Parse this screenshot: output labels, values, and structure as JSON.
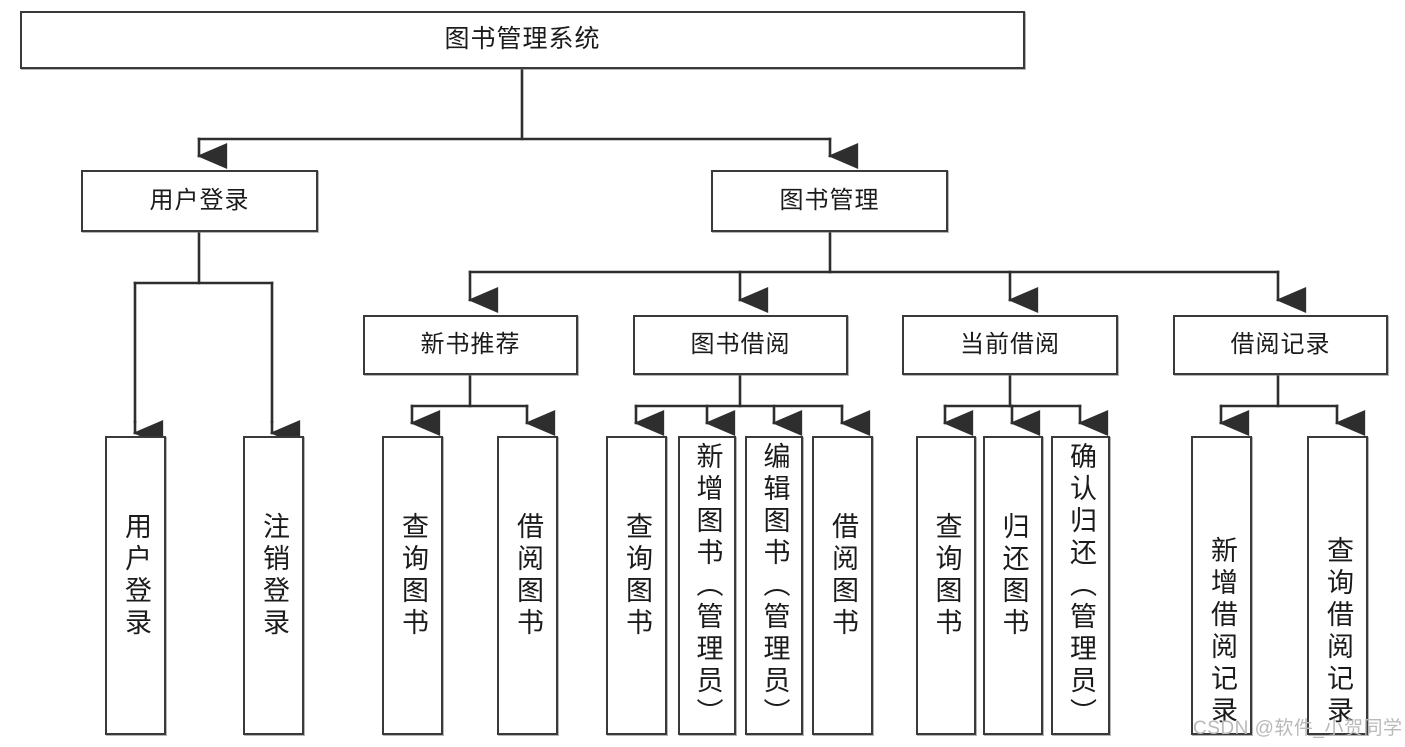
{
  "diagram": {
    "title": "图书管理系统",
    "type": "tree-hierarchy",
    "watermark": "CSDN @软件_小贺同学",
    "colors": {
      "border": "#3a3a3a",
      "fill": "#ffffff",
      "text": "#1b1b1b",
      "edge": "#2e2e2e",
      "watermark": "#b9b9b9"
    },
    "levels": {
      "root": "图书管理系统",
      "level2": [
        "用户登录",
        "图书管理"
      ],
      "level3": [
        "新书推荐",
        "图书借阅",
        "当前借阅",
        "借阅记录"
      ]
    },
    "nodes": {
      "root": {
        "label": "图书管理系统"
      },
      "user_login": {
        "label": "用户登录"
      },
      "book_mgmt": {
        "label": "图书管理"
      },
      "new_book_rec": {
        "label": "新书推荐"
      },
      "book_borrow": {
        "label": "图书借阅"
      },
      "current_borrow": {
        "label": "当前借阅"
      },
      "borrow_record": {
        "label": "借阅记录"
      },
      "leaf_user_login": {
        "label": "用户登录"
      },
      "leaf_logout": {
        "label": "注销登录"
      },
      "leaf_query_book_1": {
        "label": "查询图书"
      },
      "leaf_borrow_book_1": {
        "label": "借阅图书"
      },
      "leaf_query_book_2": {
        "label": "查询图书"
      },
      "leaf_add_book": {
        "label": "新增图书（管理员）"
      },
      "leaf_edit_book": {
        "label": "编辑图书（管理员）"
      },
      "leaf_borrow_book_2": {
        "label": "借阅图书"
      },
      "leaf_query_book_3": {
        "label": "查询图书"
      },
      "leaf_return_book": {
        "label": "归还图书"
      },
      "leaf_confirm_return": {
        "label": "确认归还（管理员）"
      },
      "leaf_add_record": {
        "label": "新增借阅记录"
      },
      "leaf_query_record": {
        "label": "查询借阅记录"
      }
    }
  }
}
